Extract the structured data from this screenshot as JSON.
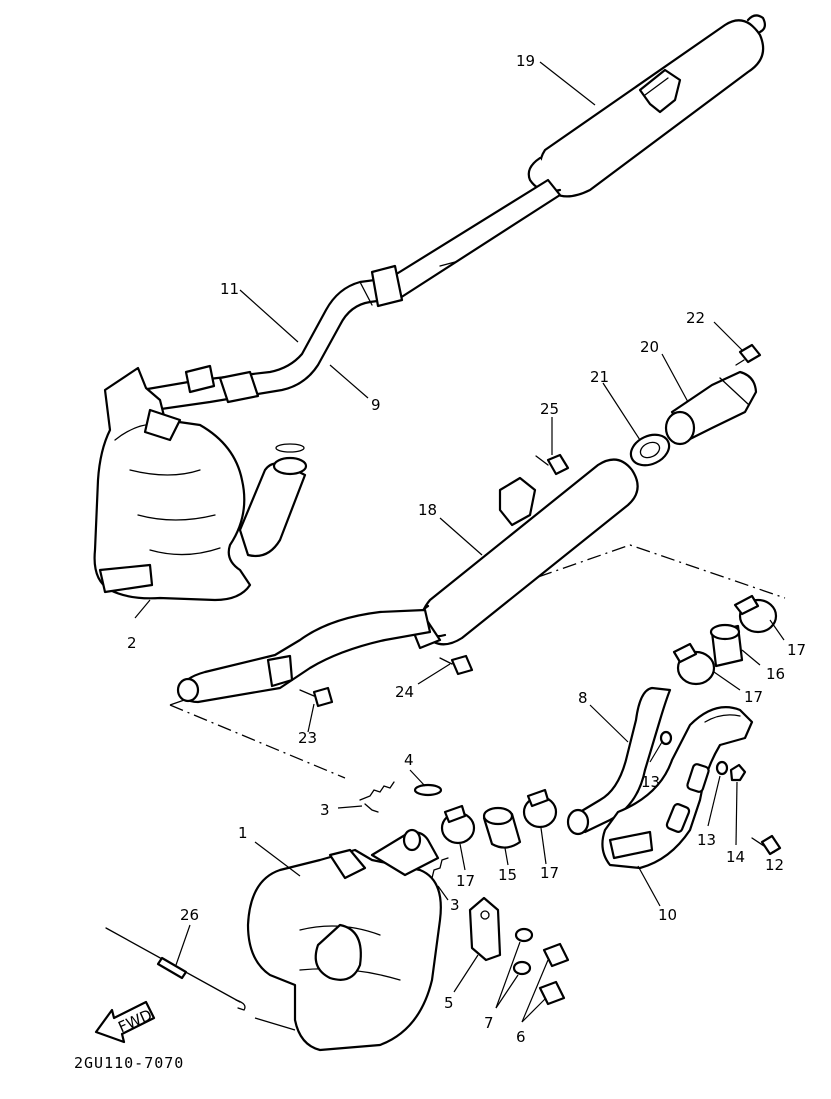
{
  "callouts": {
    "c19": "19",
    "c11": "11",
    "c9": "9",
    "c2": "2",
    "c22": "22",
    "c20": "20",
    "c21": "21",
    "c25": "25",
    "c18": "18",
    "c24": "24",
    "c23": "23",
    "c17a": "17",
    "c16": "16",
    "c17b": "17",
    "c8": "8",
    "c13a": "13",
    "c13b": "13",
    "c14": "14",
    "c12": "12",
    "c10": "10",
    "c4": "4",
    "c3a": "3",
    "c3b": "3",
    "c1": "1",
    "c17c": "17",
    "c15": "15",
    "c17d": "17",
    "c26": "26",
    "c5": "5",
    "c7": "7",
    "c6": "6"
  },
  "fwd_label": "FWD",
  "diagram_code": "2GU110-7070"
}
